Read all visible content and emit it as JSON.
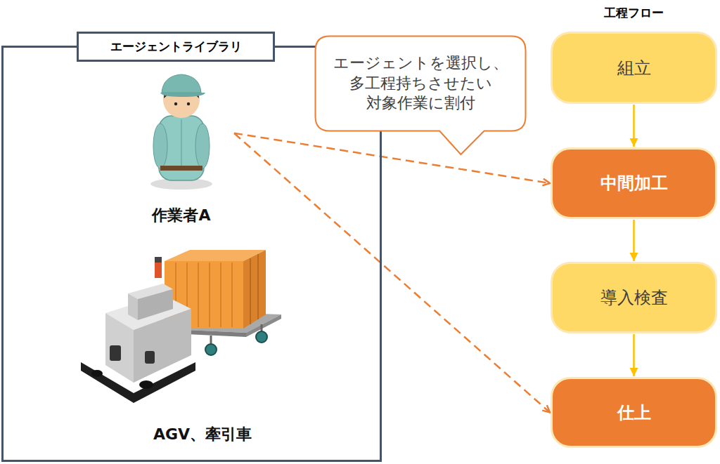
{
  "diagram": {
    "nodes": [
      {
        "text": [
          "エージェントライブラリ"
        ]
      },
      {
        "text": [
          "作業者A"
        ],
        "in": 0
      },
      {
        "text": [
          "AGV、牽引車"
        ],
        "in": 0
      },
      {
        "text": [
          "エージェントを選択し、 多工程持ちさせたい 対象作業に割付"
        ]
      },
      {
        "text": [
          "組立"
        ]
      },
      {
        "text": [
          "中間加工"
        ]
      },
      {
        "text": [
          "導入検査"
        ]
      },
      {
        "text": [
          "仕上"
        ]
      }
    ],
    "edges": [
      {
        "from": 4,
        "to": 5,
        "arrow": "to"
      },
      {
        "from": 5,
        "to": 6,
        "arrow": "to"
      },
      {
        "from": 6,
        "to": 7,
        "arrow": "to"
      },
      {
        "from": 1,
        "to": 5,
        "arrow": "to"
      },
      {
        "from": 1,
        "to": 7,
        "arrow": "to"
      }
    ],
    "labels": [
      "工程フロー"
    ]
  }
}
